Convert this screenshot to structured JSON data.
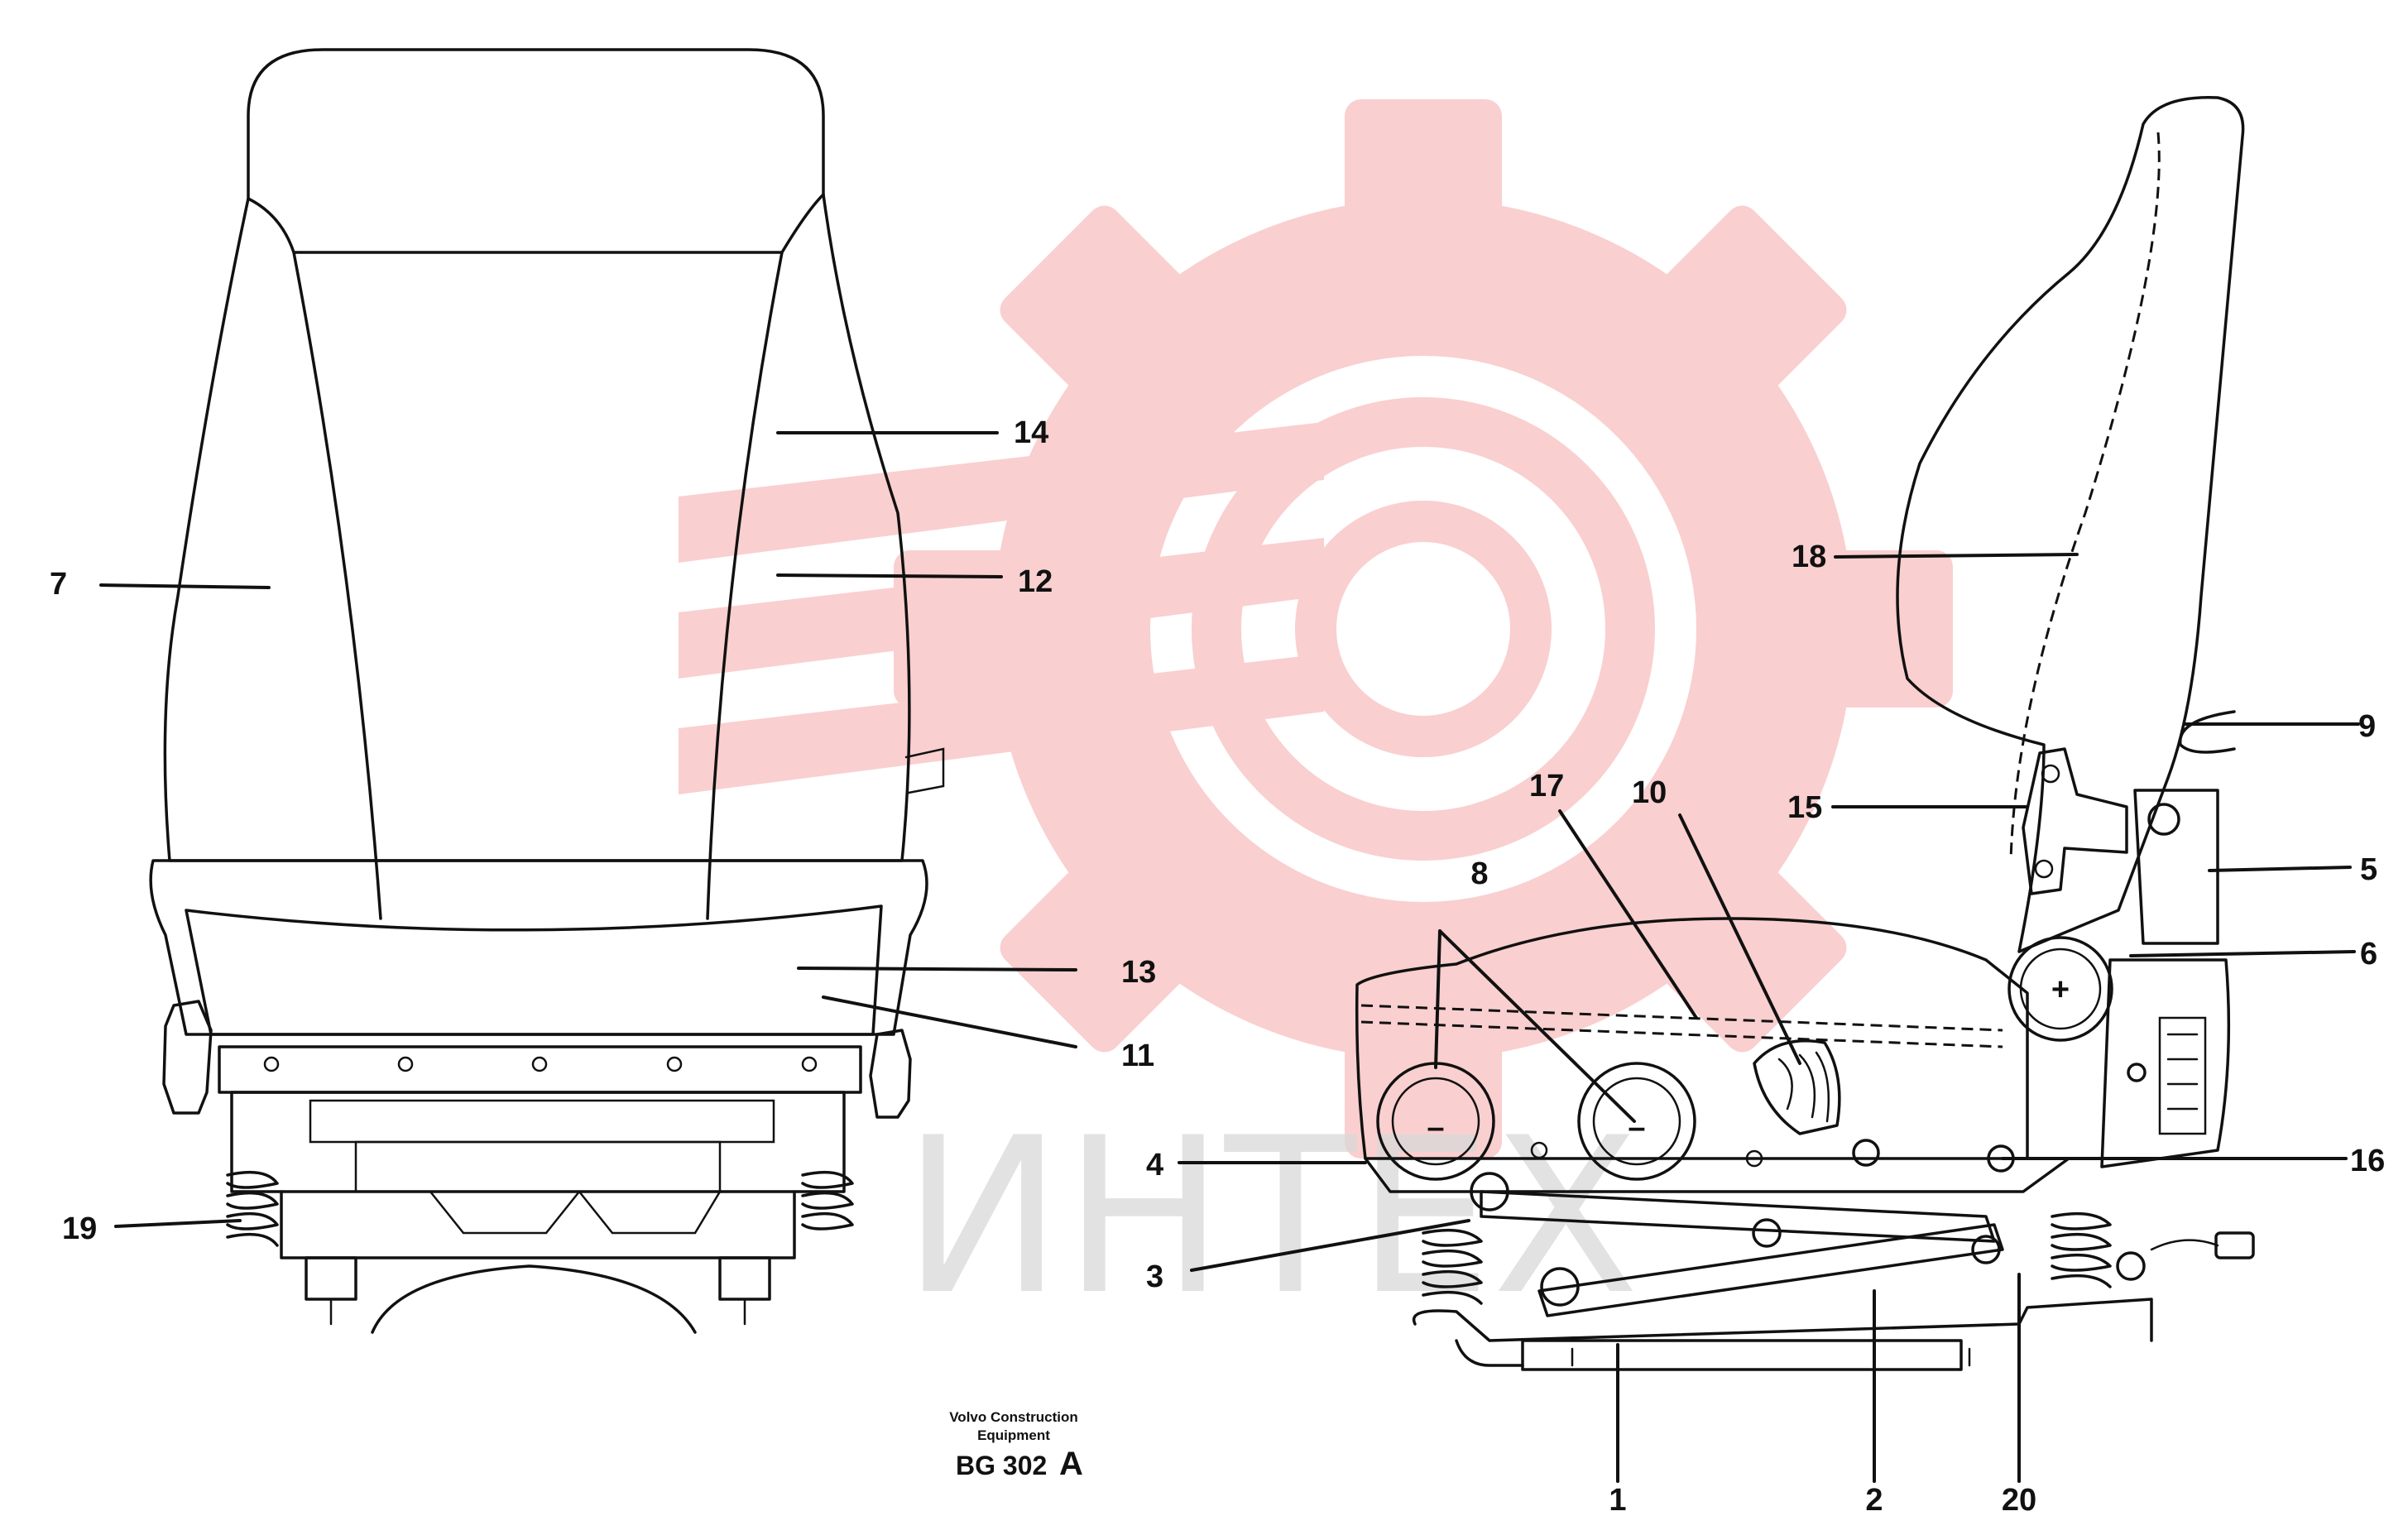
{
  "watermark": {
    "text": "ИНТЕХ",
    "gear_color": "#f6a9a9",
    "text_color": "#d9d9d9"
  },
  "imprint": {
    "line1": "Volvo Construction",
    "line2": "Equipment",
    "code": "BG 302",
    "revision": "A"
  },
  "callouts": {
    "c1": "1",
    "c2": "2",
    "c3": "3",
    "c4": "4",
    "c5": "5",
    "c6": "6",
    "c7": "7",
    "c8": "8",
    "c9": "9",
    "c10": "10",
    "c11": "11",
    "c12": "12",
    "c13": "13",
    "c14": "14",
    "c15": "15",
    "c16": "16",
    "c17": "17",
    "c18": "18",
    "c19": "19",
    "c20": "20"
  },
  "adjuster_signs": {
    "minus": "–",
    "plus": "+"
  }
}
